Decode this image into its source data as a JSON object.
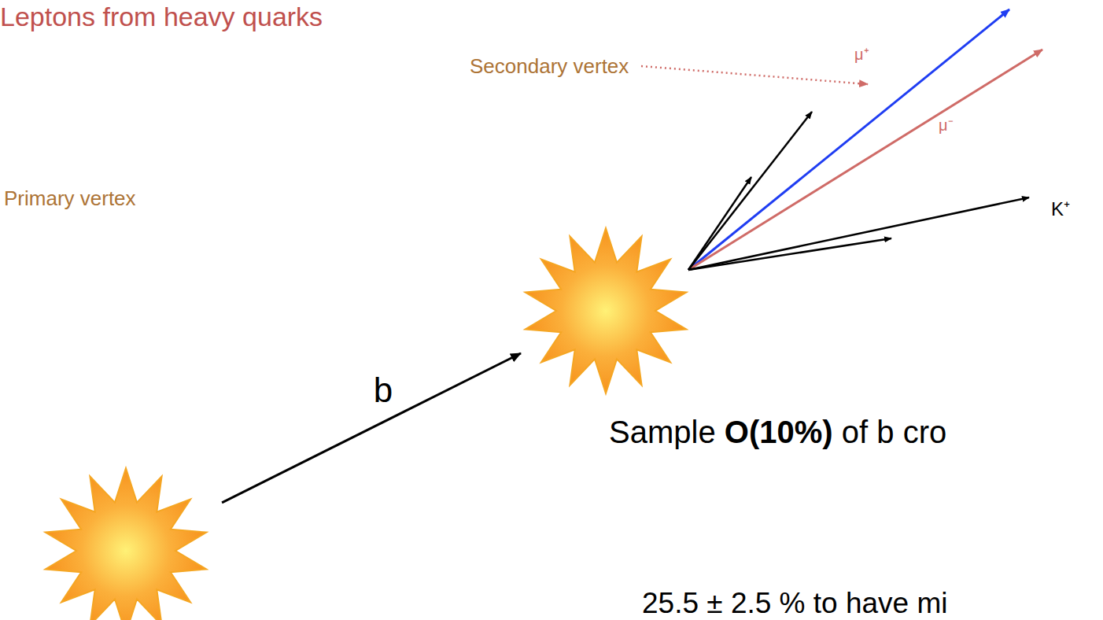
{
  "diagram": {
    "title": "Leptons from heavy quarks",
    "nodes": [
      {
        "text": [
          "Primary vertex"
        ]
      },
      {
        "text": [
          "Secondary vertex"
        ]
      }
    ],
    "edges": [
      {
        "from": 0,
        "to": 1,
        "arrow": "to",
        "label": "b"
      }
    ],
    "labels": [
      "μ⁺",
      "μ⁻",
      "K⁺",
      "Sample",
      "O(10%)",
      "of b cro",
      "25.5 ± 2.5 % to have mi"
    ]
  }
}
